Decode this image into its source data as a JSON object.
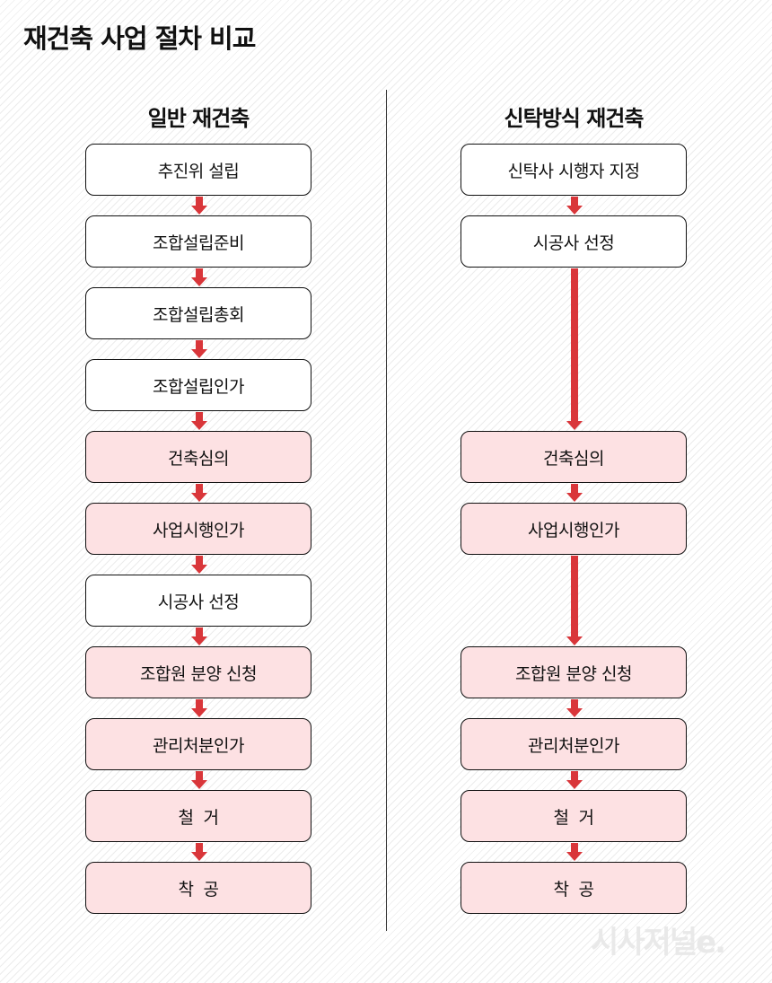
{
  "title": "재건축 사업 절차 비교",
  "watermark": "시사저널e.",
  "colors": {
    "arrow": "#d9363a",
    "highlight": "#fde1e3"
  },
  "left": {
    "heading": "일반 재건축",
    "steps": [
      {
        "label": "추진위 설립",
        "highlight": false
      },
      {
        "label": "조합설립준비",
        "highlight": false
      },
      {
        "label": "조합설립총회",
        "highlight": false
      },
      {
        "label": "조합설립인가",
        "highlight": false
      },
      {
        "label": "건축심의",
        "highlight": true
      },
      {
        "label": "사업시행인가",
        "highlight": true
      },
      {
        "label": "시공사 선정",
        "highlight": false
      },
      {
        "label": "조합원 분양 신청",
        "highlight": true
      },
      {
        "label": "관리처분인가",
        "highlight": true
      },
      {
        "label": "철  거",
        "highlight": true
      },
      {
        "label": "착  공",
        "highlight": true
      }
    ]
  },
  "right": {
    "heading": "신탁방식 재건축",
    "steps": [
      {
        "label": "신탁사 시행자 지정",
        "highlight": false,
        "row": 0
      },
      {
        "label": "시공사 선정",
        "highlight": false,
        "row": 1
      },
      {
        "label": "건축심의",
        "highlight": true,
        "row": 4
      },
      {
        "label": "사업시행인가",
        "highlight": true,
        "row": 5
      },
      {
        "label": "조합원 분양 신청",
        "highlight": true,
        "row": 7
      },
      {
        "label": "관리처분인가",
        "highlight": true,
        "row": 8
      },
      {
        "label": "철  거",
        "highlight": true,
        "row": 9
      },
      {
        "label": "착  공",
        "highlight": true,
        "row": 10
      }
    ]
  }
}
